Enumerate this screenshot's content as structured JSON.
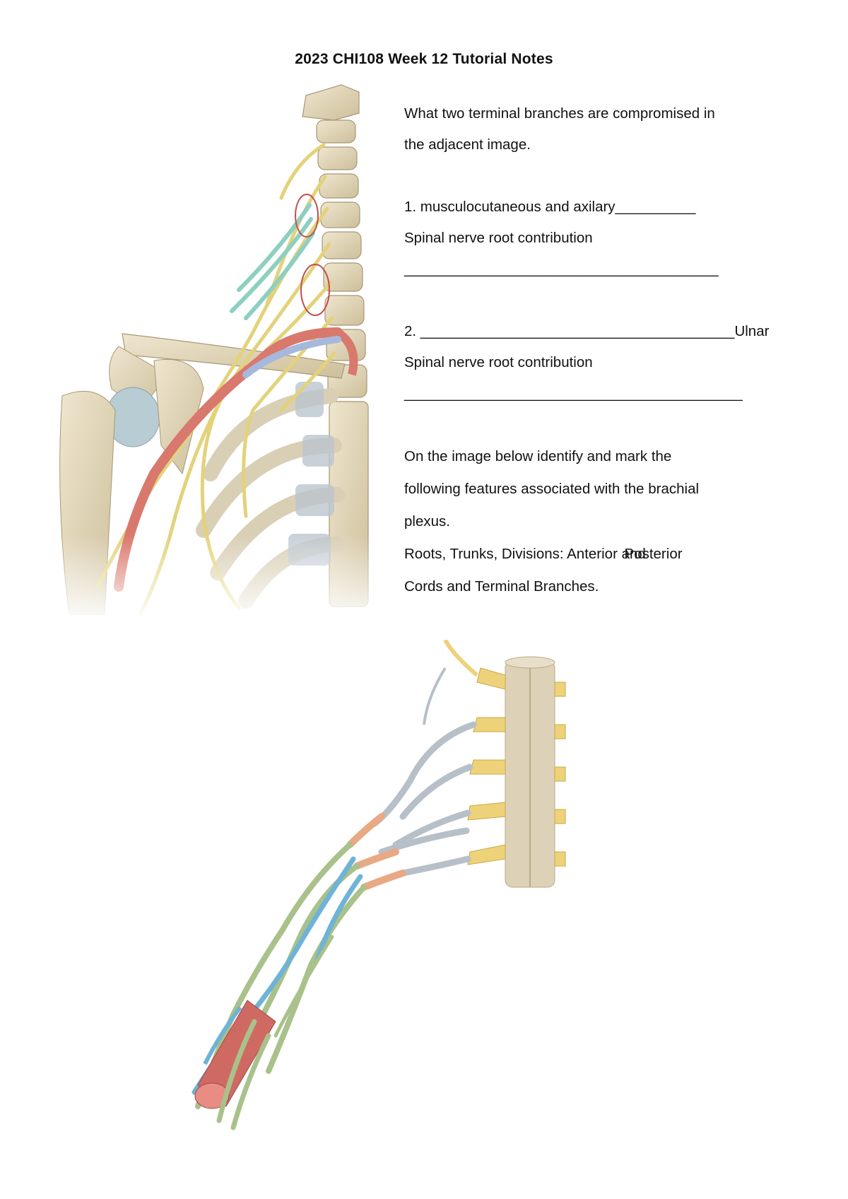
{
  "document": {
    "title": "2023 CHI108 Week 12 Tutorial Notes",
    "question": {
      "line1": "What two terminal branches are compromised in",
      "line2": "the adjacent image.",
      "answer1": "1. musculocutaneous and axilary__________",
      "root_label_1": "Spinal nerve root contribution",
      "blank_1": "_______________________________________",
      "answer2_prefix": "2. _______________________________________",
      "answer2_value": "Ulnar",
      "root_label_2": "Spinal nerve root contribution",
      "blank_2": "__________________________________________"
    },
    "instructions": {
      "line1": "On the image below identify and mark the",
      "line2": "following features associated with the brachial",
      "line3": "plexus.",
      "line4_a": "Roots, Trunks, Divisions: Anterior and ",
      "line4_b": "Posterior",
      "line5": "Cords and Terminal Branches."
    }
  },
  "figures": [
    {
      "name": "shoulder-anatomy-illustration",
      "description_icon": "brachial-plexus-anatomy-image"
    },
    {
      "name": "brachial-plexus-diagram",
      "description_icon": "brachial-plexus-schematic"
    }
  ]
}
